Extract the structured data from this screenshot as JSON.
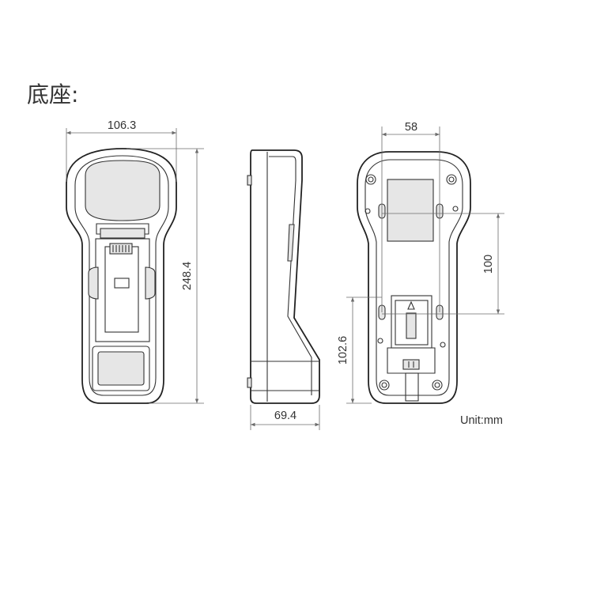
{
  "title": "底座:",
  "unit_label": "Unit:mm",
  "dimensions": {
    "front_width": "106.3",
    "front_height": "248.4",
    "side_depth": "69.4",
    "back_top_spacing": "58",
    "back_vertical_spacing": "100",
    "back_bottom_height": "102.6"
  }
}
